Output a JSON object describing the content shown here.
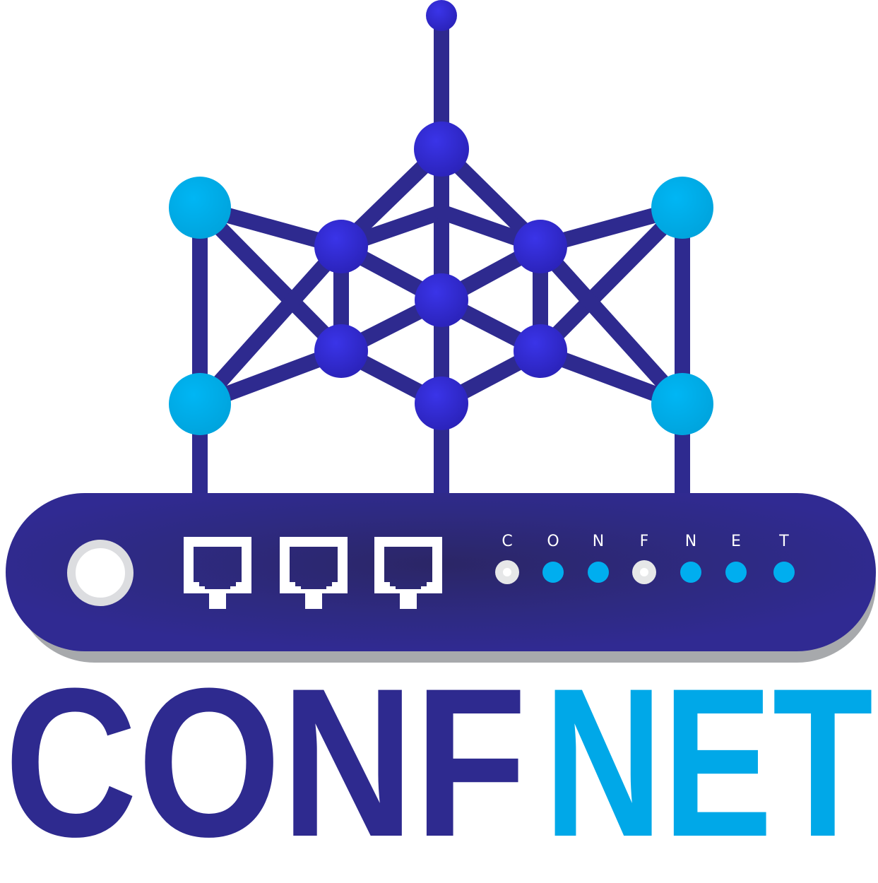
{
  "logo": {
    "brand_part1": "CONF",
    "brand_part2": "NET",
    "router_label_letters": [
      "C",
      "O",
      "N",
      "F",
      "N",
      "E",
      "T"
    ],
    "port_count": 3,
    "led_states": [
      "off",
      "on",
      "on",
      "off",
      "on",
      "on",
      "on"
    ],
    "colors": {
      "navy": "#2E2A8F",
      "node_blue": "#2E28D4",
      "cyan": "#00AEEF",
      "led_off": "#E6E7E8",
      "shadow": "#A7A9AC",
      "white": "#FFFFFF"
    }
  }
}
